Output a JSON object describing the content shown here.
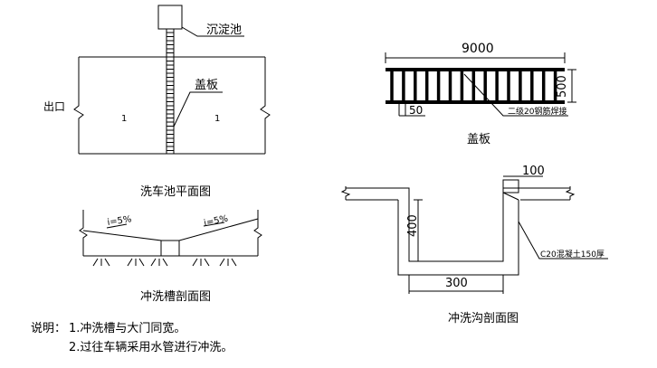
{
  "plan": {
    "sediment_tank_label": "沉淀池",
    "cover_label": "盖板",
    "outlet_label": "出口",
    "slope_left": "1",
    "slope_right": "1",
    "title": "洗车池平面图"
  },
  "cover_plate": {
    "width_dim": "9000",
    "height_dim": "500",
    "spacing_dim": "50",
    "rebar_note": "二级20钢筋焊接",
    "title": "盖板"
  },
  "trough_section": {
    "slope_left": "i=5%",
    "slope_right": "i=5%",
    "title": "冲洗槽剖面图"
  },
  "ditch_section": {
    "top_dim": "100",
    "depth_dim": "400",
    "width_dim": "300",
    "concrete_note": "C20混凝土150厚",
    "title": "冲洗沟剖面图"
  },
  "notes": {
    "prefix": "说明：",
    "line1": "1.冲洗槽与大门同宽。",
    "line2": "2.过往车辆采用水管进行冲洗。"
  }
}
